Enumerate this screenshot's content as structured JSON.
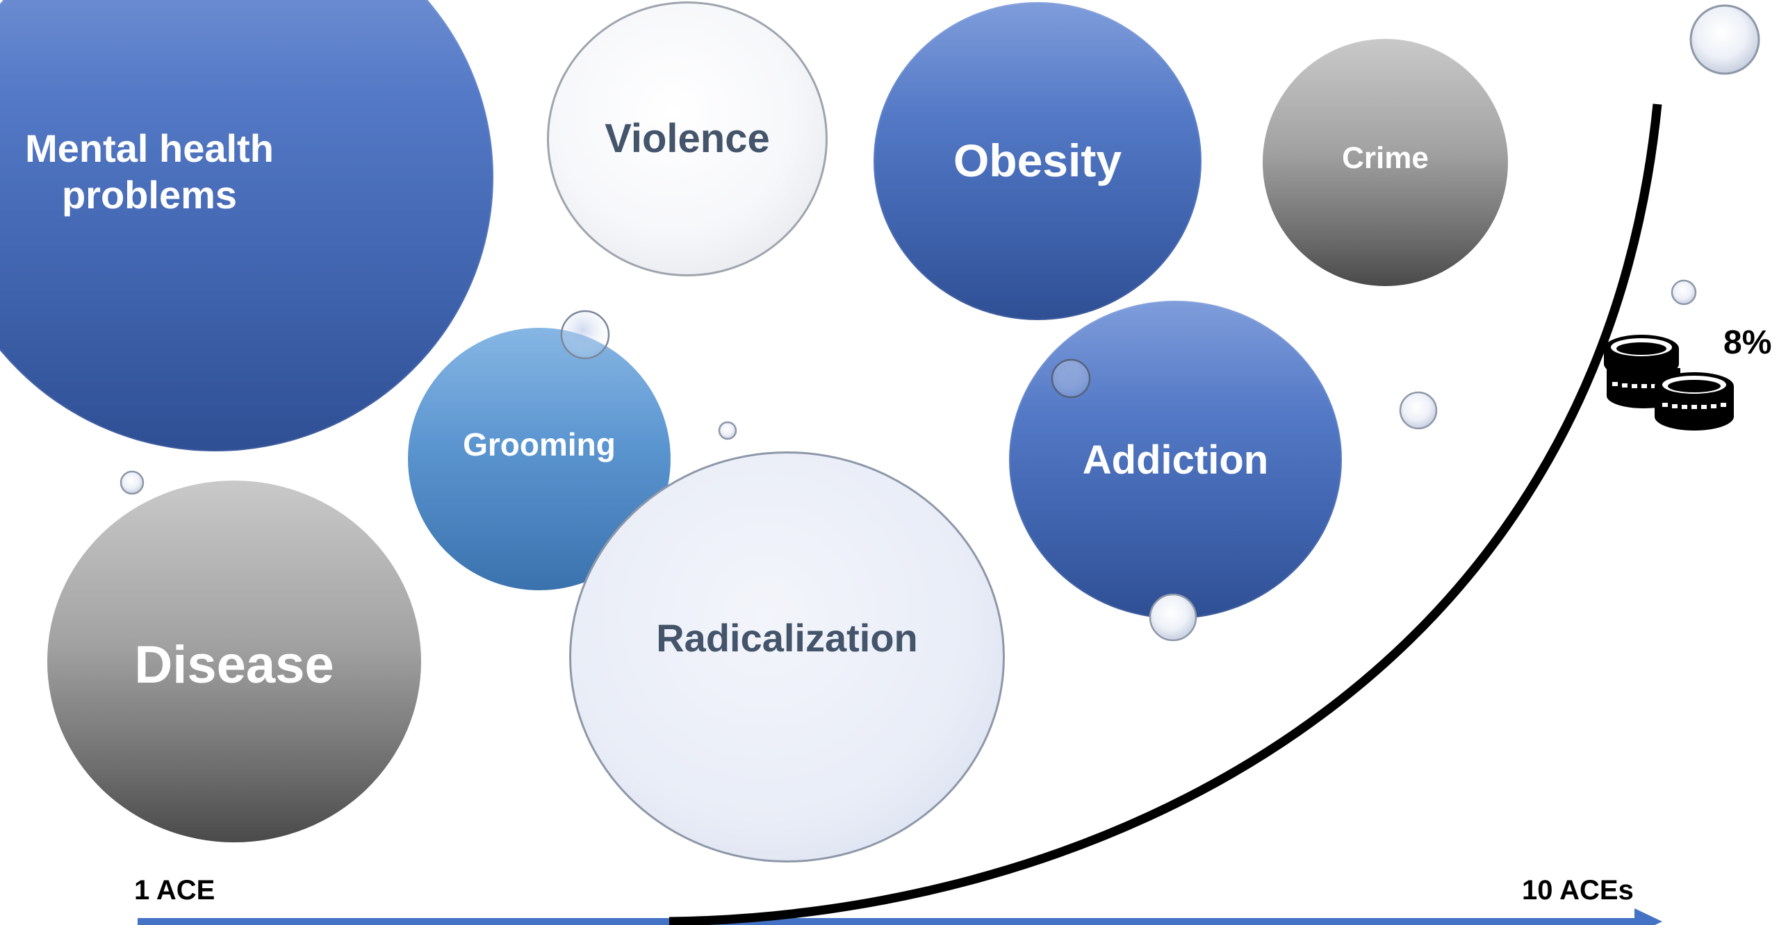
{
  "bubbles": {
    "mental_health": "Mental health\nproblems",
    "violence": "Violence",
    "obesity": "Obesity",
    "crime": "Crime",
    "grooming": "Grooming",
    "addiction": "Addiction",
    "disease": "Disease",
    "radicalization": "Radicalization"
  },
  "axis": {
    "start_label": "1 ACE",
    "end_label": "10 ACEs"
  },
  "cost": {
    "percent": "8%",
    "icon": "coins-stack-icon"
  },
  "colors": {
    "axis_arrow": "#4472c4",
    "curve": "#000000",
    "blue_bubble": "#4a6fbf",
    "gray_bubble": "#8c8c8c",
    "dark_label": "#44546a"
  }
}
